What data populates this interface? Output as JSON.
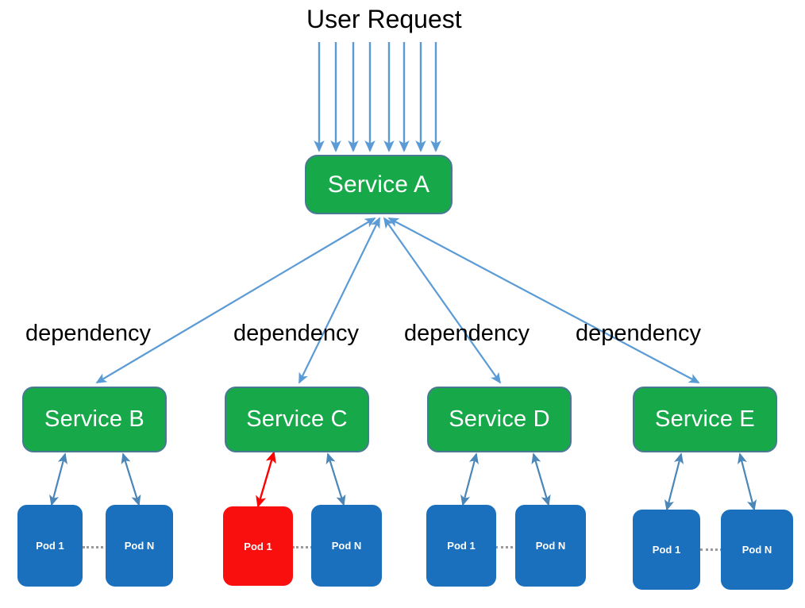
{
  "diagram": {
    "title": "User Request",
    "ingress_arrow_count": 8,
    "colors": {
      "service_fill": "#17a84a",
      "service_border": "#4a7a93",
      "pod_fill": "#1a70bd",
      "pod_alert_fill": "#fa0f0f",
      "arrow_blue": "#5b9bd5",
      "arrow_blue_dark": "#4a7a93",
      "arrow_red": "#ff0000",
      "dotted_link": "#9a9a9a",
      "text_dark": "#000000",
      "text_light": "#ffffff",
      "background": "#ffffff"
    },
    "root_service": {
      "label": "Service A"
    },
    "dependency_labels": [
      {
        "text": "dependency"
      },
      {
        "text": "dependency"
      },
      {
        "text": "dependency"
      },
      {
        "text": "dependency"
      }
    ],
    "services": [
      {
        "id": "service-b",
        "label": "Service B",
        "pods": [
          {
            "id": "b-pod-1",
            "label": "Pod 1",
            "state": "healthy"
          },
          {
            "id": "b-pod-n",
            "label": "Pod N",
            "state": "healthy"
          }
        ]
      },
      {
        "id": "service-c",
        "label": "Service C",
        "pods": [
          {
            "id": "c-pod-1",
            "label": "Pod 1",
            "state": "failed"
          },
          {
            "id": "c-pod-n",
            "label": "Pod N",
            "state": "healthy"
          }
        ]
      },
      {
        "id": "service-d",
        "label": "Service D",
        "pods": [
          {
            "id": "d-pod-1",
            "label": "Pod 1",
            "state": "healthy"
          },
          {
            "id": "d-pod-n",
            "label": "Pod N",
            "state": "healthy"
          }
        ]
      },
      {
        "id": "service-e",
        "label": "Service E",
        "pods": [
          {
            "id": "e-pod-1",
            "label": "Pod 1",
            "state": "healthy"
          },
          {
            "id": "e-pod-n",
            "label": "Pod N",
            "state": "healthy"
          }
        ]
      }
    ]
  }
}
